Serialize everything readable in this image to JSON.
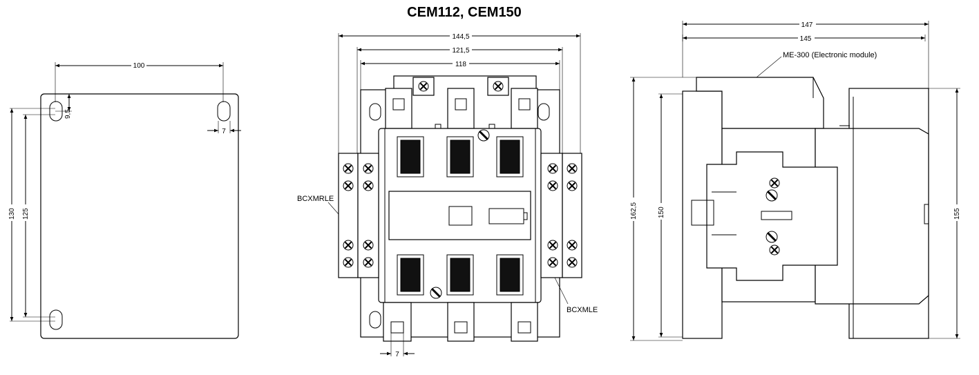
{
  "title": "CEM112, CEM150",
  "labels": {
    "bcxmrle": "BCXMRLE",
    "bcxmle": "BCXMLE",
    "me300": "ME-300 (Electronic module)"
  },
  "dimensions": {
    "mount_width": "100",
    "mount_hole_offset_y": "9,5",
    "mount_hole_slot_x": "7",
    "mount_height_outer": "130",
    "mount_height_inner": "125",
    "front_overall": "144,5",
    "front_mid": "121,5",
    "front_inner": "118",
    "front_terminal": "7",
    "side_top_outer": "147",
    "side_top_inner": "145",
    "side_height_outer": "162,5",
    "side_height_inner": "150",
    "side_right_height": "155"
  }
}
